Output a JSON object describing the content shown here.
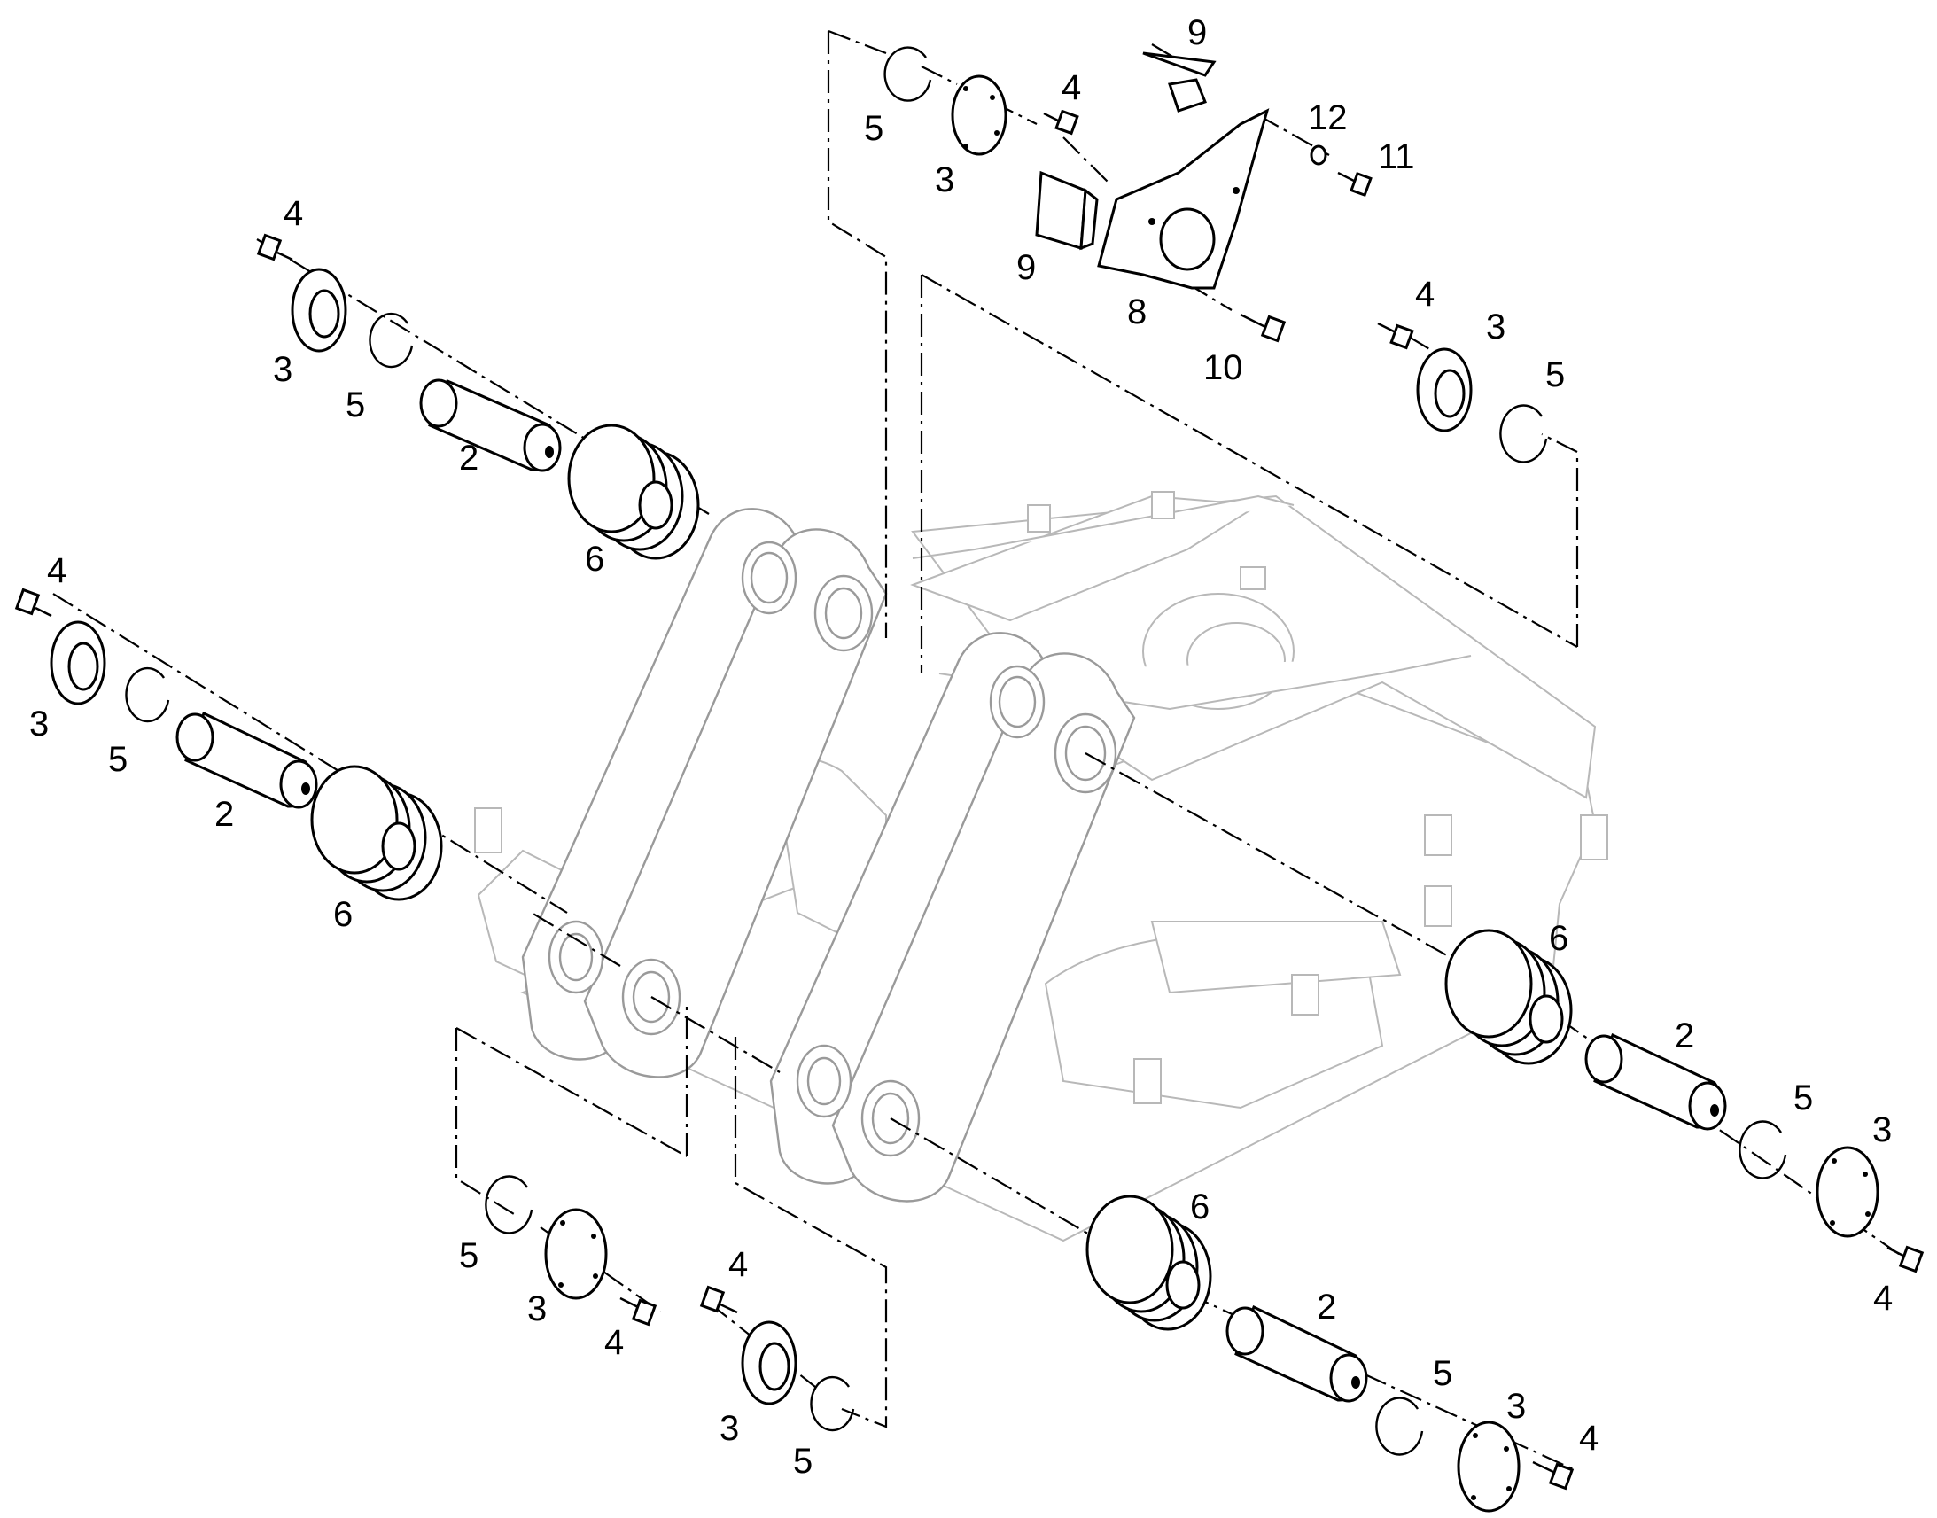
{
  "diagram": {
    "type": "exploded-parts-view",
    "callouts": {
      "c01": "9",
      "c02": "4",
      "c03": "12",
      "c04": "11",
      "c05": "5",
      "c06": "3",
      "c07": "9",
      "c08": "8",
      "c09": "10",
      "c10": "4",
      "c11": "3",
      "c12": "5",
      "c13": "4",
      "c14": "3",
      "c15": "5",
      "c16": "2",
      "c17": "6",
      "c18": "4",
      "c19": "3",
      "c20": "5",
      "c21": "2",
      "c22": "6",
      "c23": "6",
      "c24": "2",
      "c25": "5",
      "c26": "3",
      "c27": "4",
      "c28": "5",
      "c29": "3",
      "c30": "4",
      "c31": "4",
      "c32": "3",
      "c33": "5",
      "c34": "6",
      "c35": "2",
      "c36": "5",
      "c37": "3",
      "c38": "4"
    }
  }
}
